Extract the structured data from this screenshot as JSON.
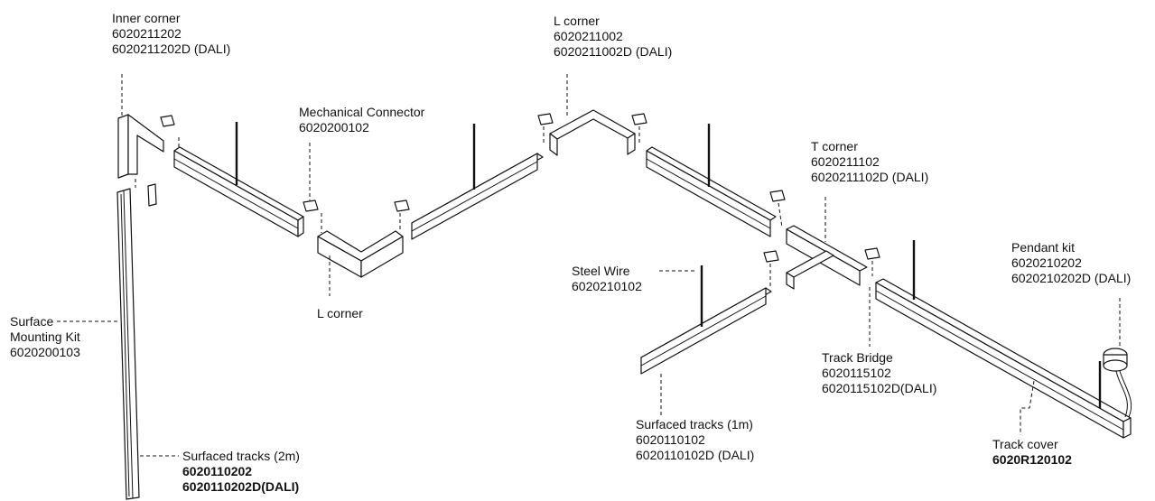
{
  "labels": {
    "inner_corner": {
      "name": "Inner corner",
      "code": "6020211202",
      "code_dali": "6020211202D (DALI)"
    },
    "l_corner_top": {
      "name": "L corner",
      "code": "6020211002",
      "code_dali": "6020211002D (DALI)"
    },
    "mechanical_connector": {
      "name": "Mechanical Connector",
      "code": "6020200102"
    },
    "l_corner_bottom": {
      "name": "L corner"
    },
    "t_corner": {
      "name": "T corner",
      "code": "6020211102",
      "code_dali": "6020211102D (DALI)"
    },
    "steel_wire": {
      "name": "Steel Wire",
      "code": "6020210102"
    },
    "pendant_kit": {
      "name": "Pendant kit",
      "code": "6020210202",
      "code_dali": "6020210202D (DALI)"
    },
    "surface_mounting_kit": {
      "line1": "Surface",
      "line2": "Mounting Kit",
      "code": "6020200103"
    },
    "track_bridge": {
      "name": "Track Bridge",
      "code": "6020115102",
      "code_dali": "6020115102D(DALI)"
    },
    "surfaced_tracks_1m": {
      "name": "Surfaced tracks (1m)",
      "code": "6020110102",
      "code_dali": "6020110102D (DALI)"
    },
    "surfaced_tracks_2m": {
      "name": "Surfaced tracks (2m)",
      "code": "6020110202",
      "code_dali": "6020110202D(DALI)"
    },
    "track_cover": {
      "name": "Track cover",
      "code": "6020R120102"
    }
  }
}
